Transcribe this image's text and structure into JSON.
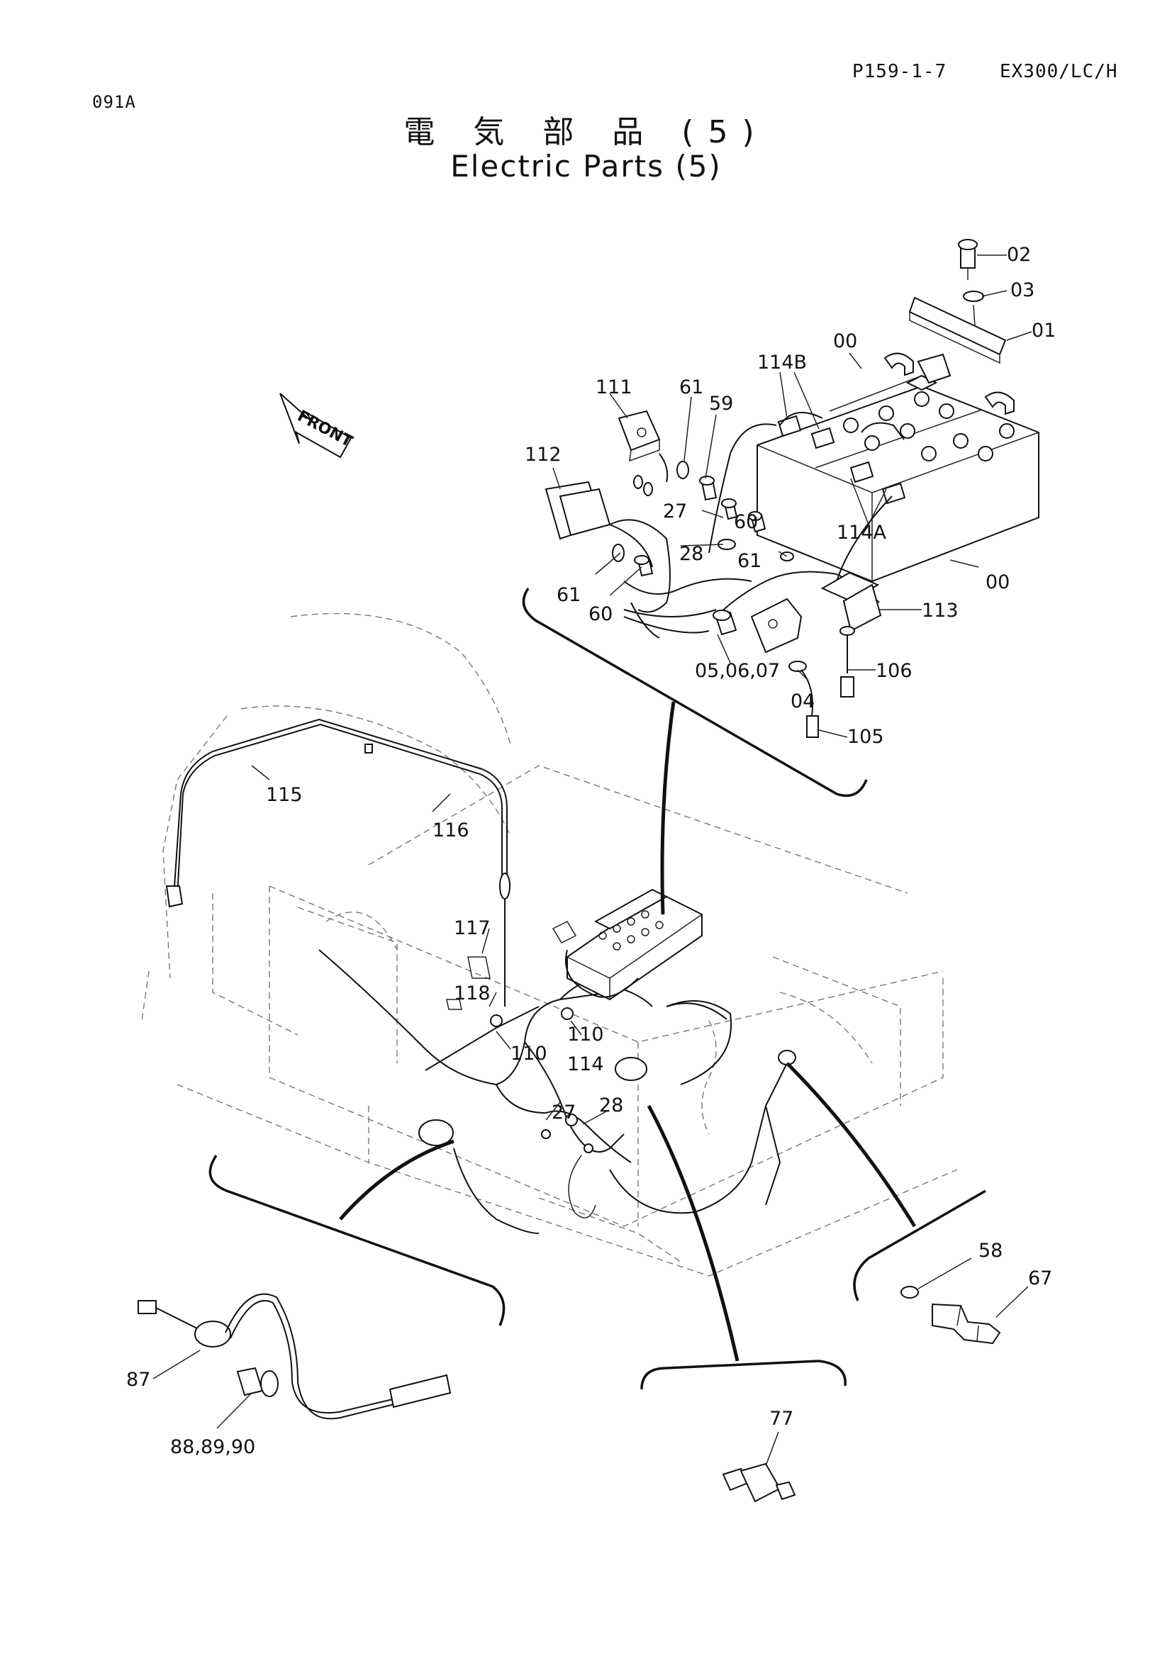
{
  "header": {
    "page_code": "P159-1-7",
    "model": "EX300/LC/H",
    "sheet_id": "091A",
    "title_jp": "電 気 部 品 (5)",
    "title_en": "Electric Parts (5)"
  },
  "diagram": {
    "front_label": "FRONT",
    "callouts": {
      "c02": "02",
      "c03": "03",
      "c01": "01",
      "c00a": "00",
      "c00b": "00",
      "c114b": "114B",
      "c114a": "114A",
      "c111": "111",
      "c61a": "61",
      "c59": "59",
      "c112": "112",
      "c27a": "27",
      "c60a": "60",
      "c28a": "28",
      "c61b": "61",
      "c61c": "61",
      "c60b": "60",
      "c113": "113",
      "c050607": "05,06,07",
      "c106": "106",
      "c04": "04",
      "c105": "105",
      "c115": "115",
      "c116": "116",
      "c117": "117",
      "c118": "118",
      "c110a": "110",
      "c110b": "110",
      "c114": "114",
      "c27b": "27",
      "c28b": "28",
      "c58": "58",
      "c67": "67",
      "c87": "87",
      "c889890": "88,89,90",
      "c77": "77"
    }
  }
}
